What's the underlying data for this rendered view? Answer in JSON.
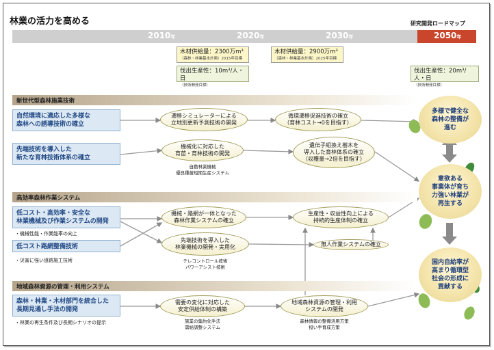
{
  "title": "林業の活力を高める",
  "brand": "研究開発ロードマップ",
  "years": [
    {
      "label": "2010",
      "suffix": "年"
    },
    {
      "label": "2020",
      "suffix": "年"
    },
    {
      "label": "2030",
      "suffix": "年"
    },
    {
      "label": "2050",
      "suffix": "年"
    }
  ],
  "goals": {
    "supply2020": {
      "main": "木材供給量：2300万m³",
      "sub": "（森林・林業基本計画）2015年目標"
    },
    "supply2030": {
      "main": "木材供給量：2900万m³",
      "sub": "（森林・林業基本計画）2025年目標"
    },
    "prod2020": {
      "main": "伐出生産性：10m³/人・日",
      "sub": "（技術開発目標）"
    },
    "prod2050": {
      "main": "伐出生産性：20m³/人・日",
      "sub": "（技術開発目標）"
    }
  },
  "sections": {
    "s1": "新世代型森林施業技術",
    "s2": "高効率森林作業システム",
    "s3": "地域森林資源の管理・利用システム"
  },
  "themes": {
    "t1": "自然環境に適応した多様な\n森林への誘導技術の確立",
    "t2": "先端技術を導入した\n新たな育林技術体系の確立",
    "t3": "低コスト・高効率・安全な\n林業機械及び作業システムの開発",
    "t4": "低コスト路網整備技術",
    "t5": "森林・林業・木材部門を統合した\n長期見通し手法の開発"
  },
  "notes": {
    "n3": "・機械性能・作業能率の向上",
    "n4": "・災害に強い道路施工技術",
    "n5": "・林業の再生条件及び長期シナリオの提示"
  },
  "ovals": {
    "o1": "遷移シミュレーターによる\n立地別更新予測技術の開発",
    "o2": "循環遷移促進技術の確立\n（育林コスト→0を目指す）",
    "o3": "機械化に対応した\n育苗・育林技術の開発",
    "o4": "遺伝子組換え樹木を\n導入した育林体系の確立\n（収穫量→2倍を目指す）",
    "o5": "機械・路網が一体となった\n森林作業システムの確立",
    "o6": "先端技術を導入した\n林業機械の開発・実用化",
    "o7": "生産性・収益性向上による\n持続的生産体制の確立",
    "o8": "無人作業システムの確立",
    "o9": "需要の変化に対応した\n安定供給体制の構築",
    "o10": "地域森林資源の管理・利用\nシステムの開発"
  },
  "labels": {
    "l1": "自動林業機械\n優良種苗短期生産システム",
    "l2": "テレコントロール技術\nパワーアシスト技術",
    "l3": "施業の集約化手法\n需給調整システム",
    "l4": "森林情報の整備活用方策\n担い手育成方策"
  },
  "outcomes": {
    "c1": "多様で健全な\n森林の整備が\n進む",
    "c2": "意欲ある\n事業体が育ち\n力強い林業が\n再生する",
    "c3": "国内自給率が\n高まり循環型\n社会の形成に\n貢献する"
  }
}
